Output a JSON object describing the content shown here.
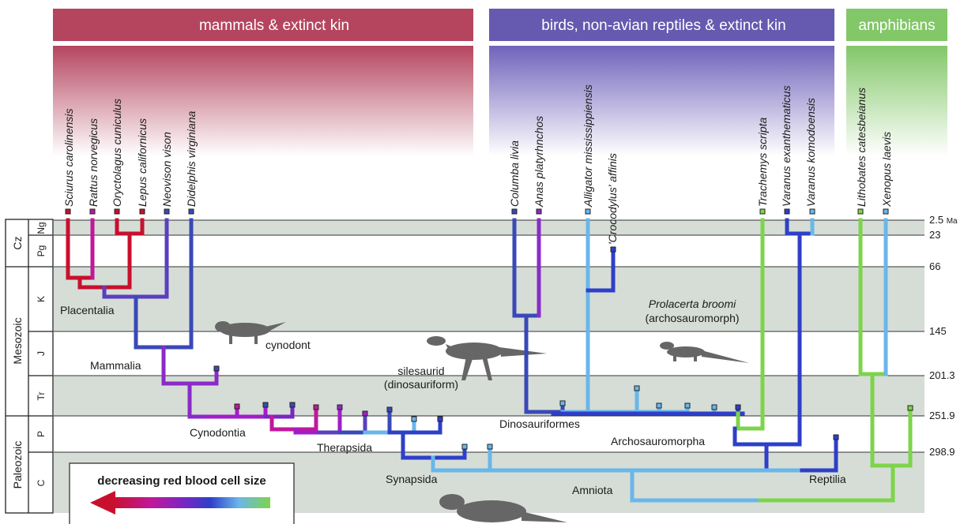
{
  "groups": {
    "mammals": "mammals & extinct kin",
    "reptiles": "birds, non-avian reptiles & extinct kin",
    "amphibians": "amphibians"
  },
  "species": {
    "sciurus": "Sciurus carolinensis",
    "rattus": "Rattus norvegicus",
    "oryctolagus": "Oryctolagus cuniculus",
    "lepus": "Lepus californicus",
    "neovison": "Neovison vison",
    "didelphis": "Didelphis virginiana",
    "columba": "Columba livia",
    "anas": "Anas platyrhnchos",
    "alligator": "Alligator mississippiensis",
    "crocodylus": "'Crocodylus' affinis",
    "trachemys": "Trachemys scripta",
    "varanus_ex": "Varanus exanthematicus",
    "varanus_ko": "Varanus komodoensis",
    "lithobates": "Lithobates catesbeianus",
    "xenopus": "Xenopus laevis"
  },
  "ages": {
    "a1": "2.5",
    "a1_unit": "Ma",
    "a2": "23",
    "a3": "66",
    "a4": "145",
    "a5": "201.3",
    "a6": "251.9",
    "a7": "298.9"
  },
  "periods": {
    "ng": "Ng",
    "pg": "Pg",
    "k": "K",
    "j": "J",
    "tr": "Tr",
    "p": "P",
    "c": "C"
  },
  "eras": {
    "cz": "Cz",
    "mesozoic": "Mesozoic",
    "paleozoic": "Paleozoic"
  },
  "clades": {
    "placentalia": "Placentalia",
    "mammalia": "Mammalia",
    "cynodontia": "Cynodontia",
    "therapsida": "Therapsida",
    "synapsida": "Synapsida",
    "dinosauriformes": "Dinosauriformes",
    "archosauromorpha": "Archosauromorpha",
    "amniota": "Amniota",
    "reptilia": "Reptilia"
  },
  "fossils": {
    "cynodont": "cynodont",
    "silesaurid": "silesaurid",
    "dinosauriform": "(dinosauriform)",
    "prolacerta": "Prolacerta broomi",
    "archosauromorph": "(archosauromorph)"
  },
  "legend": {
    "title": "decreasing red blood cell size"
  },
  "colors": {
    "mammal_header": "#b5455f",
    "reptile_header": "#6659b0",
    "amphibian_header": "#82c768",
    "band_grey": "#d6ddd6",
    "red_large": "#c8102e",
    "magenta": "#c0189a",
    "purple": "#7a26c4",
    "blue": "#2e3fc8",
    "light_blue": "#6ab6ea",
    "green_small": "#7dd44b"
  }
}
